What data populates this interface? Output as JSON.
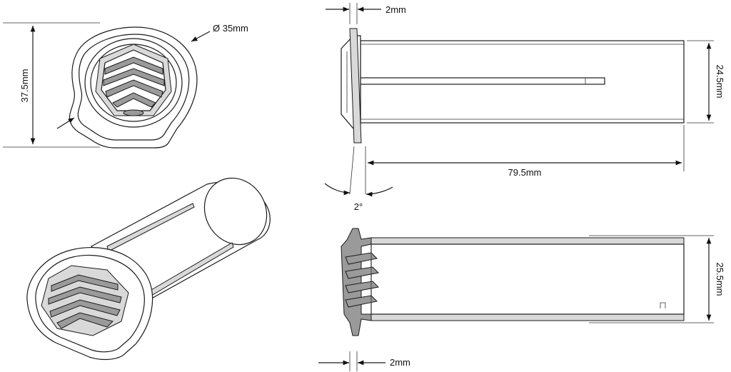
{
  "dimensions": {
    "diameter": "Ø 35mm",
    "height": "37.5mm",
    "flange_thickness_top": "2mm",
    "inner_diameter_side": "24.5mm",
    "length": "79.5mm",
    "angle": "2°",
    "outer_diameter_section": "25.5mm",
    "flange_thickness_bottom": "2mm"
  },
  "colors": {
    "line": "#1a1a1a",
    "hatch": "#9a9a9a",
    "light_fill": "#d9d9d9"
  }
}
